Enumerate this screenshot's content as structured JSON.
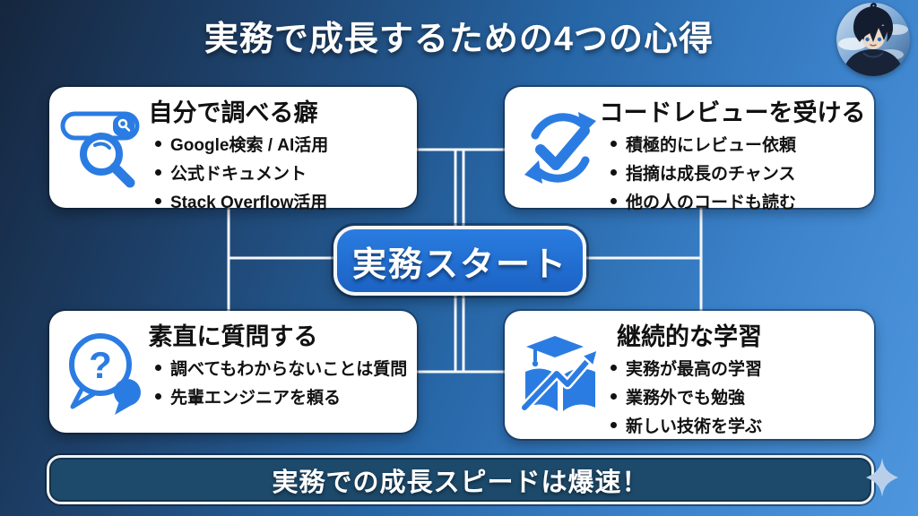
{
  "title": "実務で成長するための4つの心得",
  "center": {
    "label": "実務スタート"
  },
  "cards": [
    {
      "id": "research",
      "title": "自分で調べる癖",
      "icon": "search-icon",
      "bullets": [
        "Google検索 / AI活用",
        "公式ドキュメント",
        "Stack Overflow活用"
      ]
    },
    {
      "id": "review",
      "title": "コードレビューを受ける",
      "icon": "code-review-sync-check-icon",
      "bullets": [
        "積極的にレビュー依頼",
        "指摘は成長のチャンス",
        "他の人のコードも読む"
      ]
    },
    {
      "id": "question",
      "title": "素直に質問する",
      "icon": "question-bubble-icon",
      "bullets": [
        "調べてもわからないことは質問",
        "先輩エンジニアを頼る"
      ]
    },
    {
      "id": "learning",
      "title": "継続的な学習",
      "icon": "learning-book-arrow-icon",
      "bullets": [
        "実務が最高の学習",
        "業務外でも勉強",
        "新しい技術を学ぶ"
      ]
    }
  ],
  "footer": {
    "label": "実務での成長スピードは爆速！"
  },
  "icons": {
    "question_glyph": "?",
    "decor": [
      "avatar",
      "sparkle-icon"
    ]
  },
  "colors": {
    "accent_blue": "#2b7ce2",
    "center_fill": "#1f6fd4",
    "banner_fill": "#1d4a6b",
    "card_bg": "#ffffff",
    "text_dark": "#111111",
    "text_light": "#ffffff",
    "connector_line": "#f5f7fa",
    "sparkle": "#b9cfe9",
    "bg_dark": "#15263e",
    "bg_light": "#4e96dd"
  }
}
